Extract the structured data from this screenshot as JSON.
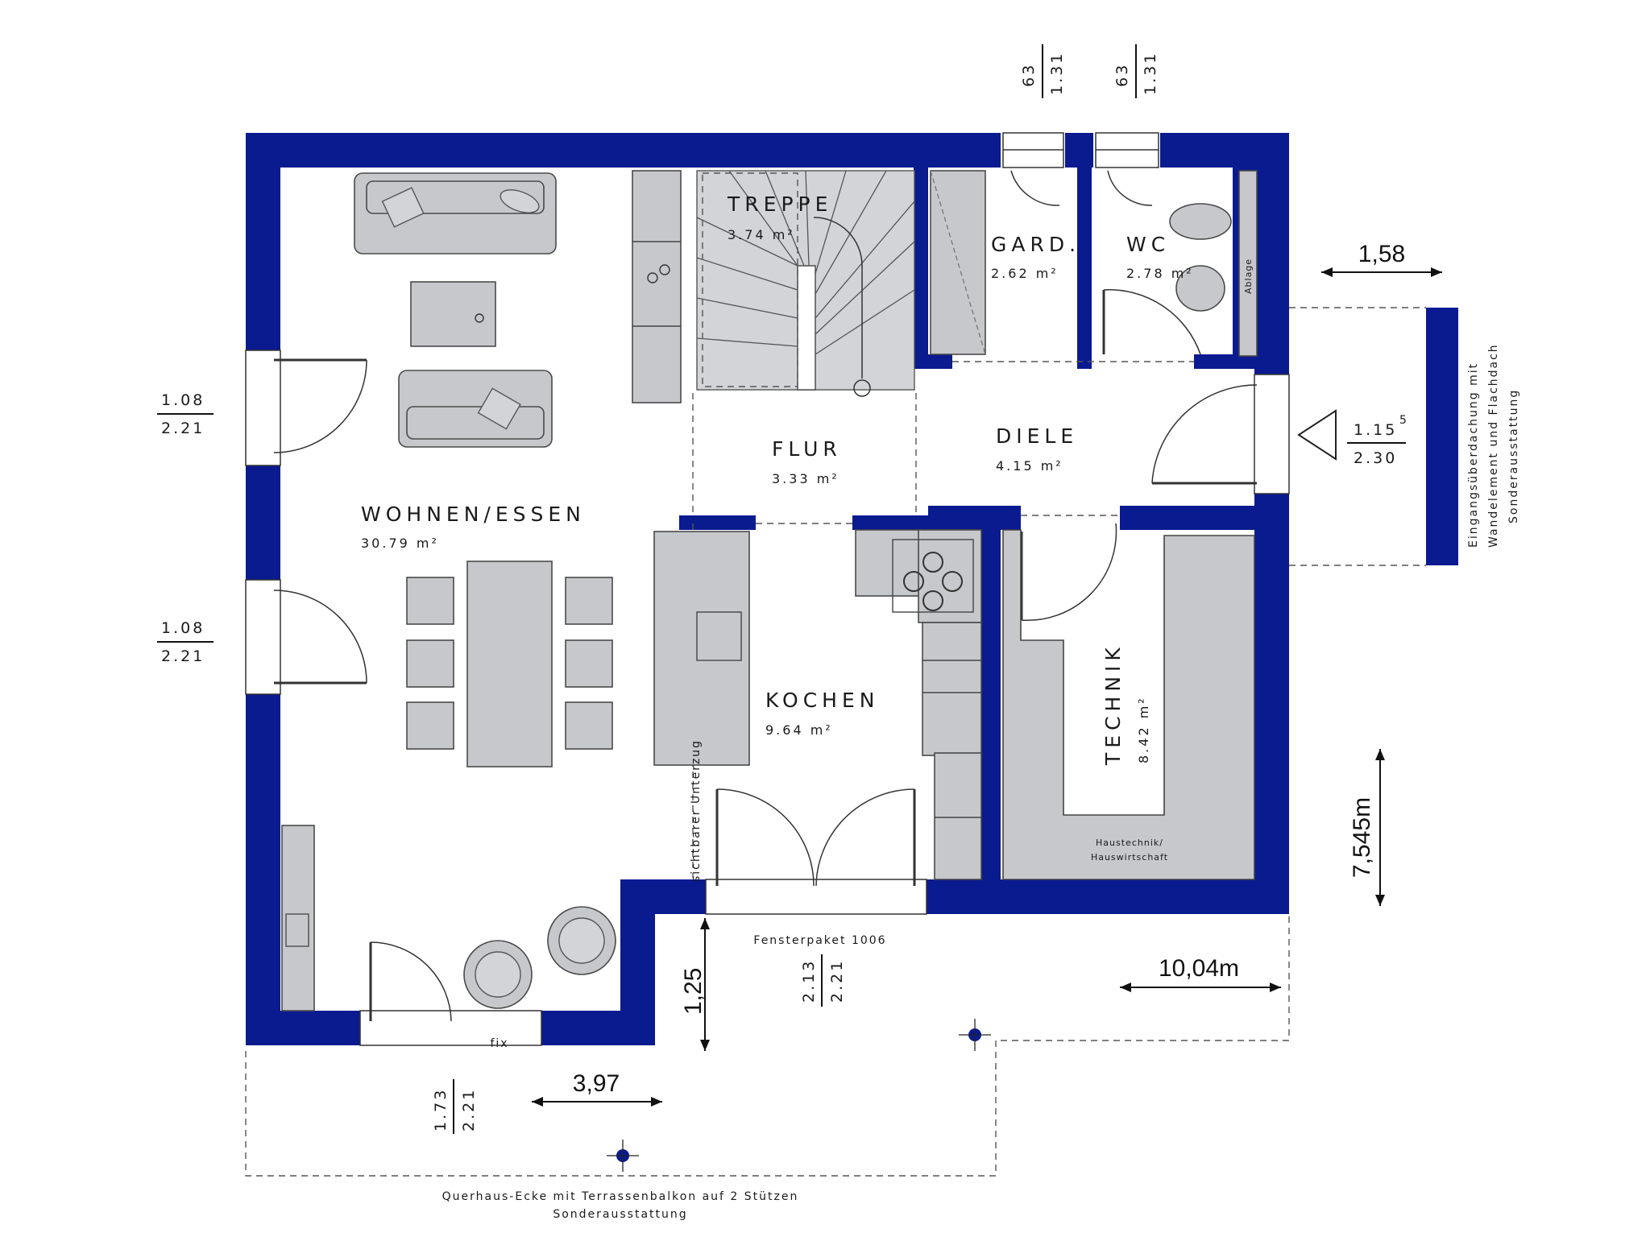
{
  "rooms": {
    "treppe": {
      "name": "TREPPE",
      "area": "3.74 m²"
    },
    "gard": {
      "name": "GARD.",
      "area": "2.62 m²"
    },
    "wc": {
      "name": "WC",
      "area": "2.78 m²"
    },
    "flur": {
      "name": "FLUR",
      "area": "3.33 m²"
    },
    "diele": {
      "name": "DIELE",
      "area": "4.15 m²"
    },
    "wohnen": {
      "name": "WOHNEN/ESSEN",
      "area": "30.79 m²"
    },
    "kochen": {
      "name": "KOCHEN",
      "area": "9.64 m²"
    },
    "technik": {
      "name": "TECHNIK",
      "area": "8.42 m²"
    }
  },
  "window_dims": {
    "top_left": {
      "w": "63",
      "h": "1.31"
    },
    "top_right": {
      "w": "63",
      "h": "1.31"
    },
    "left_upper": {
      "w": "1.08",
      "h": "2.21"
    },
    "left_lower": {
      "w": "1.08",
      "h": "2.21"
    },
    "entry": {
      "w": "1.15",
      "w_sup": "5",
      "h": "2.30"
    },
    "front_center": {
      "w": "2.13",
      "h": "2.21"
    },
    "front_left": {
      "w": "1.73",
      "h": "2.21"
    }
  },
  "dimensions": {
    "canopy_width": "1,58",
    "depth_right": "7,545m",
    "width_total": "10,04m",
    "offset_front": "1,25",
    "terrace": "3,97"
  },
  "labels": {
    "ablage": "Ablage",
    "haustechnik_1": "Haustechnik/",
    "haustechnik_2": "Hauswirtschaft",
    "unterzug": "sichtbarer Unterzug",
    "fensterpaket": "Fensterpaket 1006",
    "fix": "fix",
    "canopy_1": "Eingangsüberdachung mit",
    "canopy_2": "Wandelement und Flachdach",
    "canopy_3": "Sonderausstattung",
    "terrace_1": "Querhaus-Ecke mit Terrassenbalkon auf 2 Stützen",
    "terrace_2": "Sonderausstattung"
  },
  "colors": {
    "wall": "#0a1a8f",
    "furniture": "#c7c8cc"
  }
}
